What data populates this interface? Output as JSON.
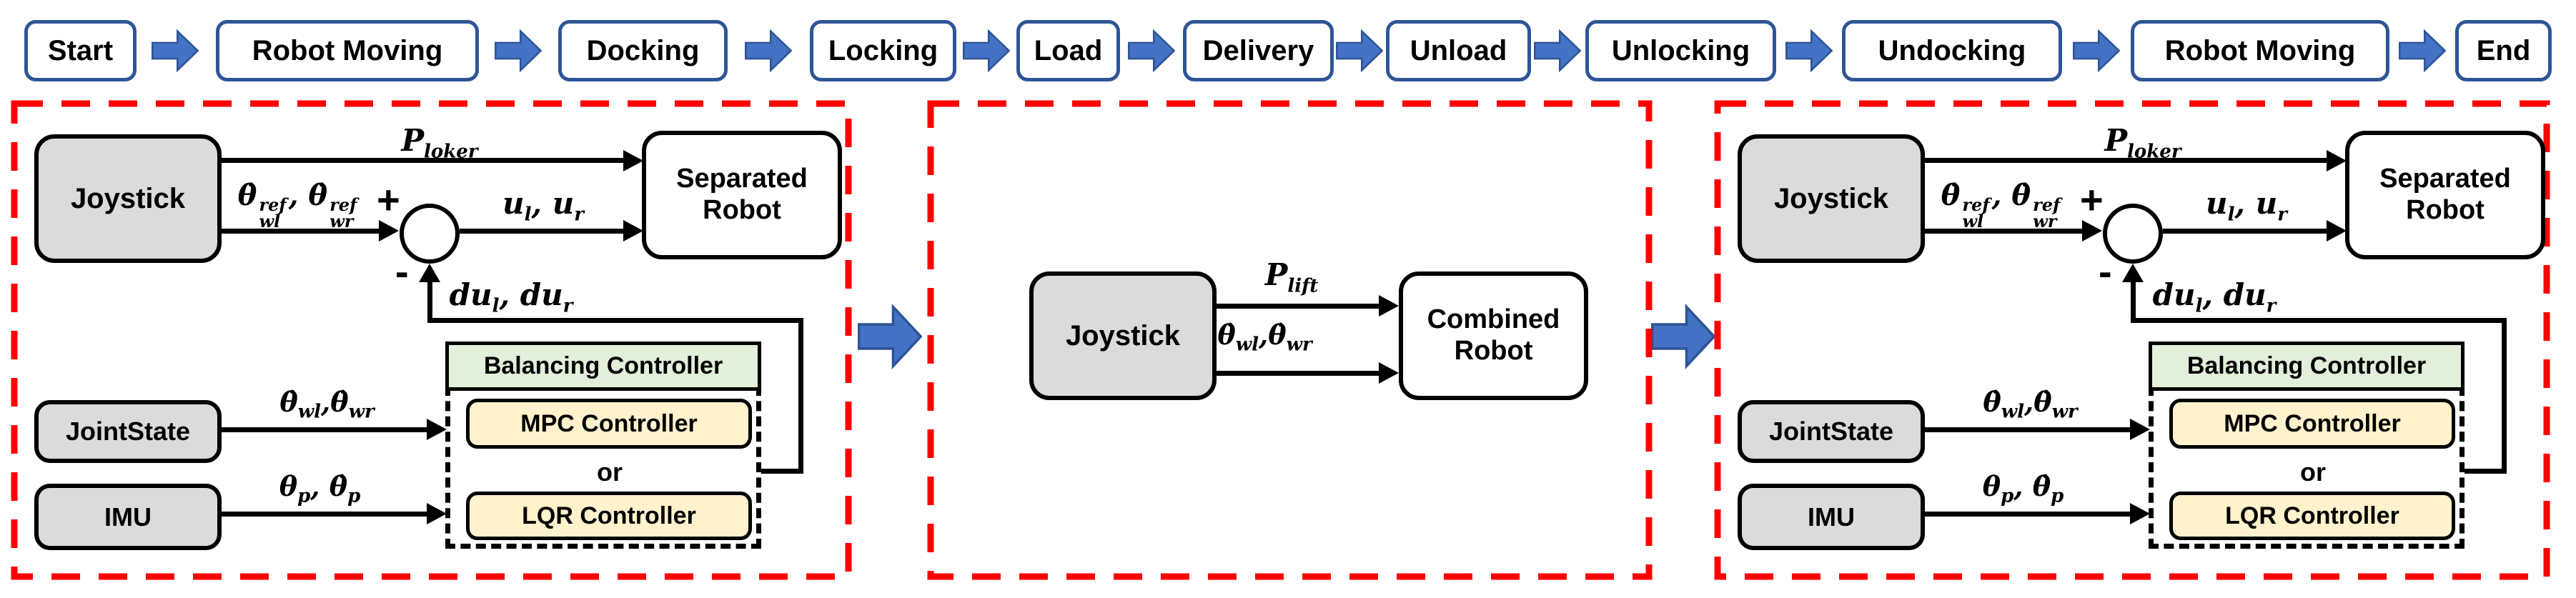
{
  "flow_steps": [
    "Start",
    "Robot Moving",
    "Docking",
    "Locking",
    "Load",
    "Delivery",
    "Unload",
    "Unlocking",
    "Undocking",
    "Robot Moving",
    "End"
  ],
  "colors": {
    "arrow_fill": "#4472C4",
    "arrow_border": "#2F5597",
    "flow_border": "#2F5597",
    "panel_dash_red": "#FF0000",
    "gray_box": "#DBDBDB",
    "green_header": "#E2EFDA",
    "cream_box": "#FFF2CC"
  },
  "sep_diagram": {
    "joystick": "Joystick",
    "robot_line1": "Separated",
    "robot_line2": "Robot",
    "jointstate": "JointState",
    "imu": "IMU",
    "balancing": "Balancing Controller",
    "mpc": "MPC Controller",
    "or_label": "or",
    "lqr": "LQR Controller",
    "plus": "+",
    "minus": "-",
    "comma": ", ",
    "comma2": ",",
    "sig_p": {
      "base": "P",
      "sub": "loker"
    },
    "sig_ref_l": {
      "base": "θ̇",
      "sup": "ref",
      "sub": "wl"
    },
    "sig_ref_r": {
      "base": "θ̇",
      "sup": "ref",
      "sub": "wr"
    },
    "sig_ul": {
      "base": "u",
      "sub": "l"
    },
    "sig_ur": {
      "base": "u",
      "sub": "r"
    },
    "sig_dul": {
      "base": "du",
      "sub": "l"
    },
    "sig_dur": {
      "base": "du",
      "sub": "r"
    },
    "sig_wl": {
      "base": "θ̇",
      "sub": "wl"
    },
    "sig_wr": {
      "base": "θ̇",
      "sub": "wr"
    },
    "sig_tp": {
      "base": "θ",
      "sub": "p"
    },
    "sig_tpd": {
      "base": "θ̇",
      "sub": "p"
    }
  },
  "comb_diagram": {
    "joystick": "Joystick",
    "robot_line1": "Combined",
    "robot_line2": "Robot",
    "comma2": ",",
    "sig_p": {
      "base": "P",
      "sub": "lift"
    },
    "sig_wl": {
      "base": "θ̇",
      "sub": "wl"
    },
    "sig_wr": {
      "base": "θ̇",
      "sub": "wr"
    }
  }
}
